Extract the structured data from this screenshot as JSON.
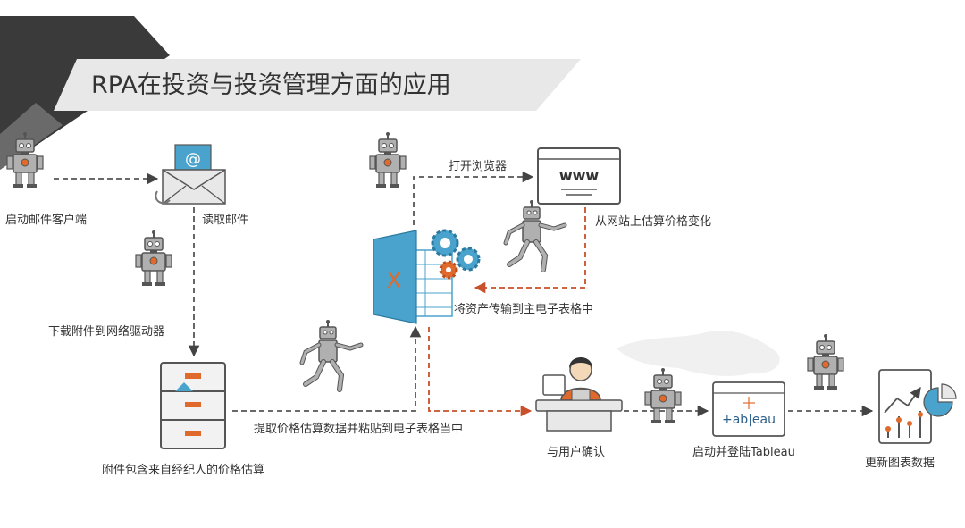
{
  "title": "RPA在投资与投资管理方面的应用",
  "colors": {
    "dark": "#3a3a3a",
    "blue": "#4aa3cc",
    "orange": "#e06a2c",
    "red_orange": "#c8502a",
    "gray": "#b8b8b8",
    "robot_body": "#b0b0b0",
    "line": "#555555"
  },
  "steps": {
    "launch_email": "启动邮件客户端",
    "read_email": "读取邮件",
    "download_attachment": "下载附件到网络驱动器",
    "attachment_contains": "附件包含来自经纪人的价格估算",
    "extract_paste": "提取价格估算数据并粘贴到电子表格当中",
    "open_browser": "打开浏览器",
    "website_estimate": "从网站上估算价格变化",
    "transfer_assets": "将资产传输到主电子表格中",
    "user_confirm": "与用户确认",
    "launch_tableau": "启动并登陆Tableau",
    "update_charts": "更新图表数据"
  },
  "icons": {
    "email_symbol": "@",
    "browser_text": "www",
    "excel_letter": "X",
    "tableau_text": "+ab|eau"
  }
}
